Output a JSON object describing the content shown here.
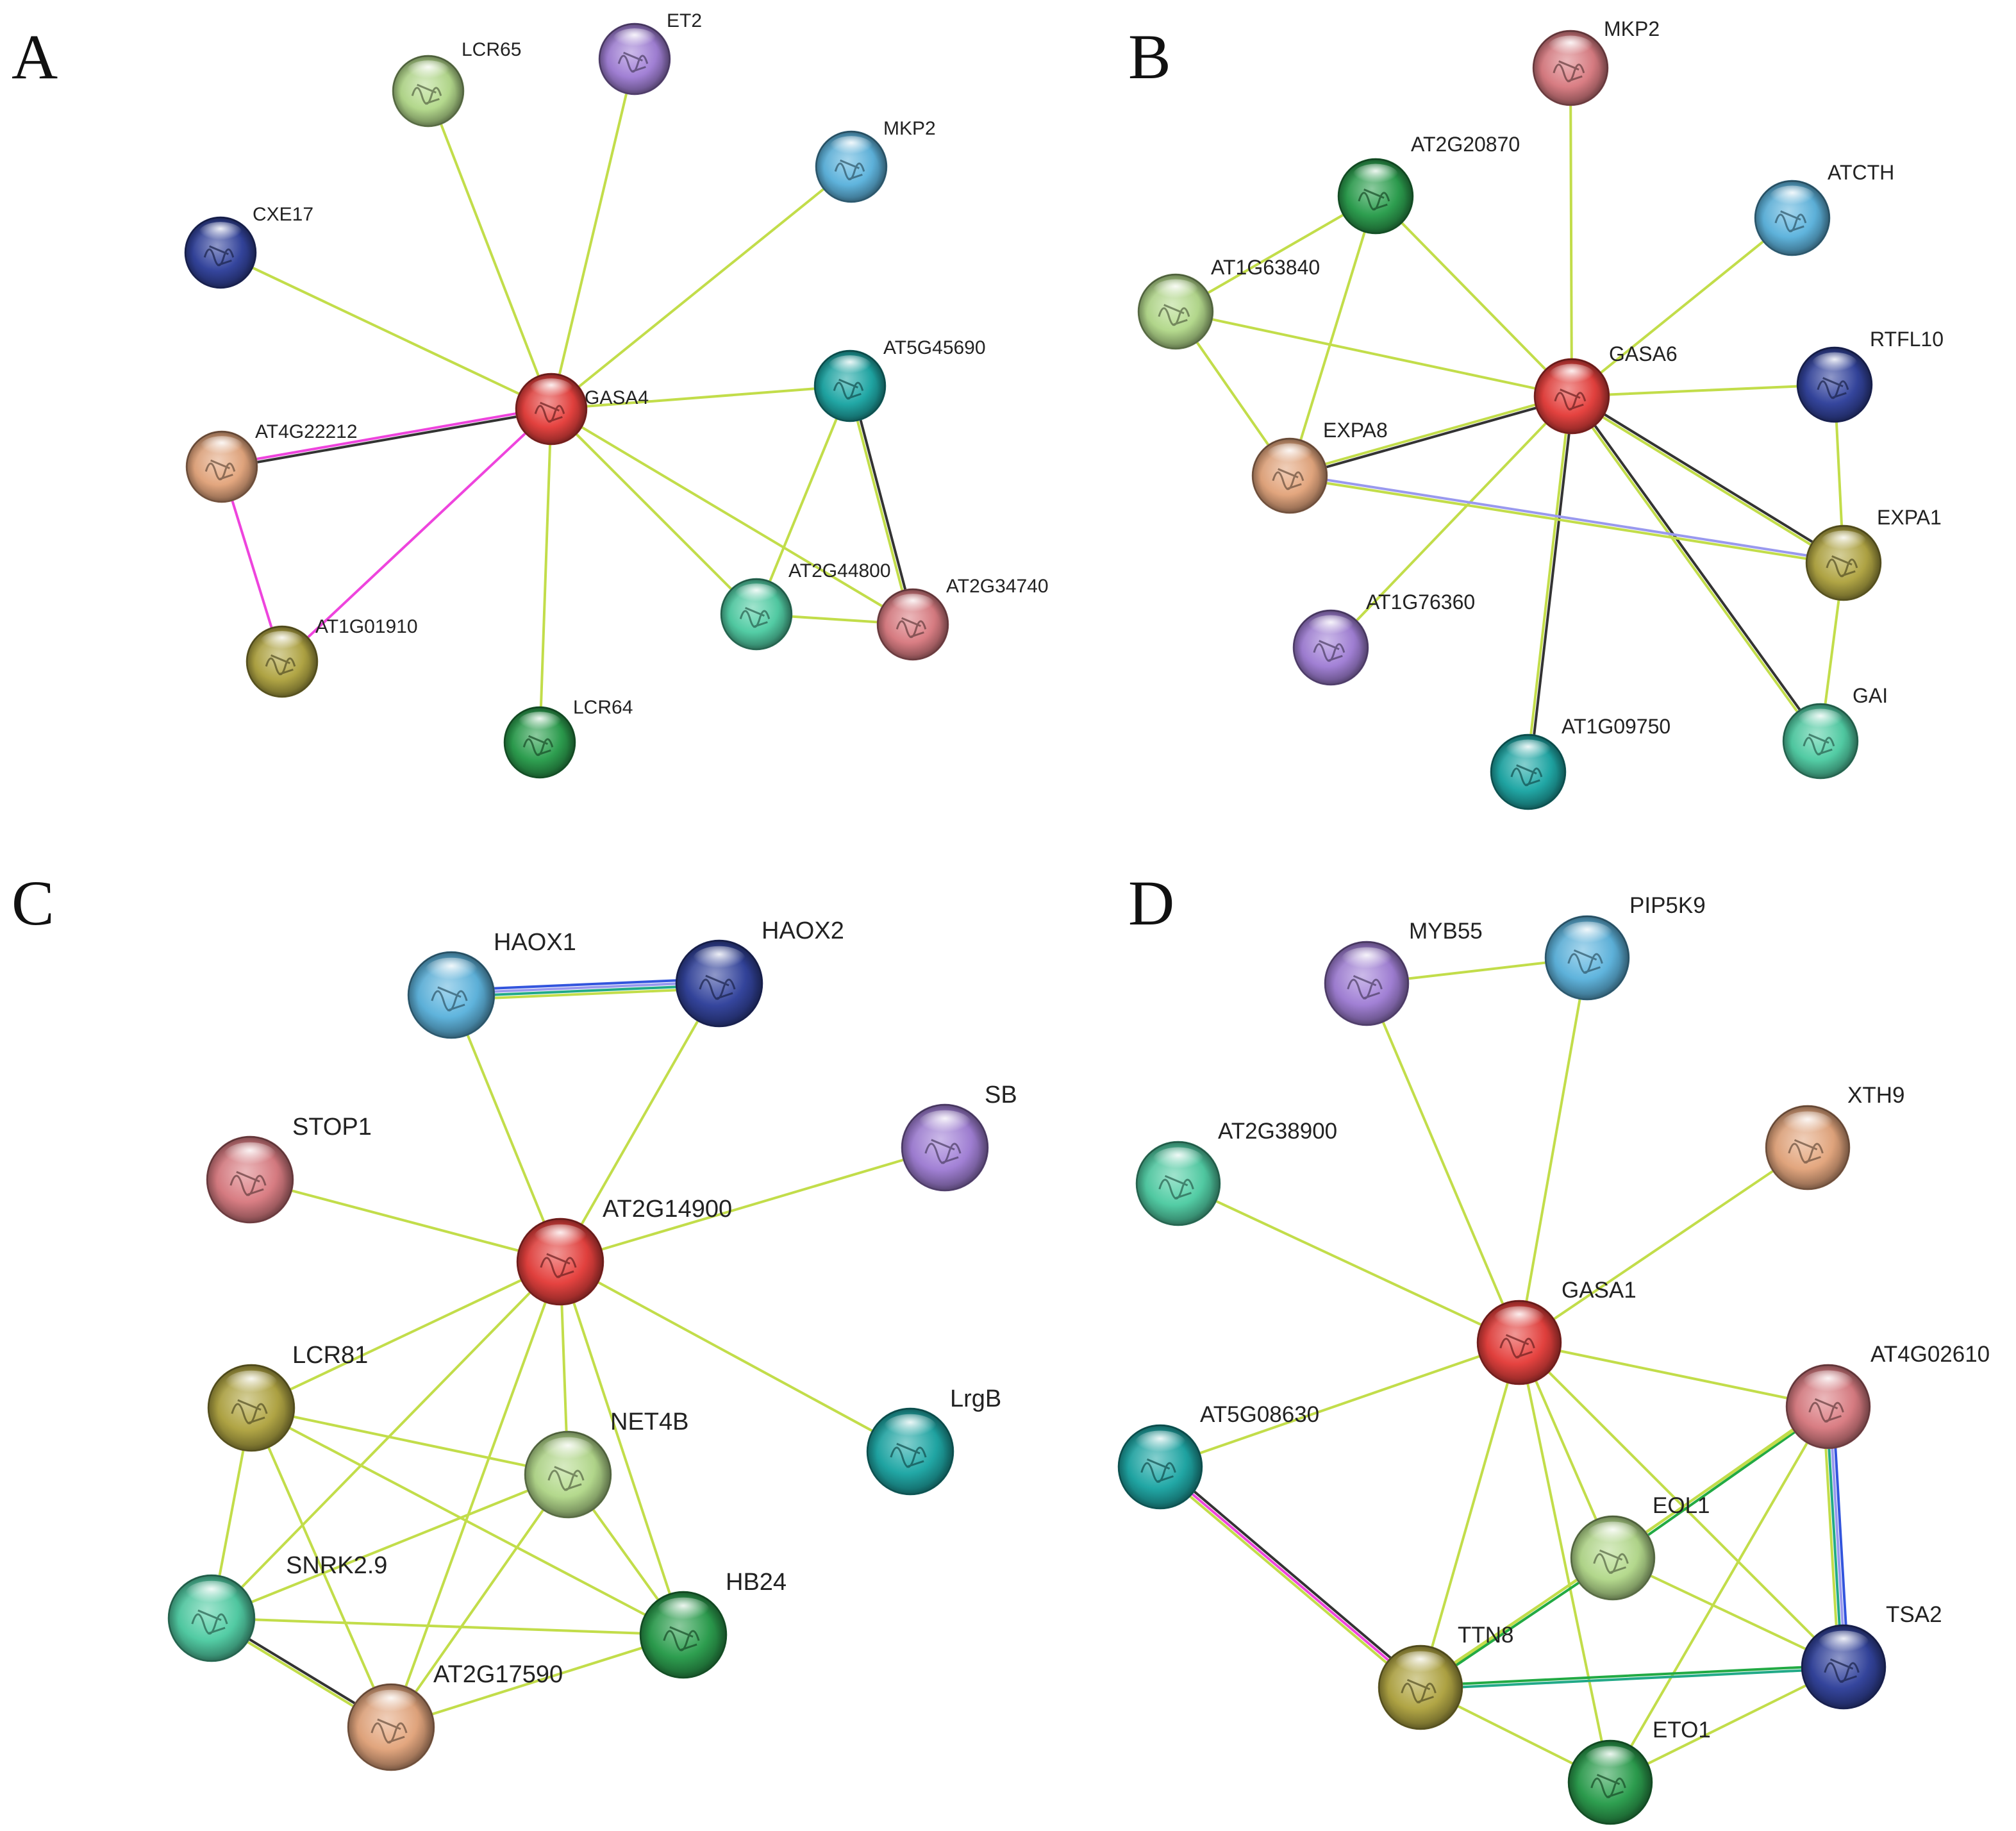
{
  "panels": [
    {
      "letter": "A",
      "nodes": [
        {
          "id": "GASA4",
          "label": "GASA4",
          "color": "#e8413e",
          "center": true
        },
        {
          "id": "LCR65",
          "label": "LCR65",
          "color": "#b6dc8e"
        },
        {
          "id": "ET2",
          "label": "ET2",
          "color": "#a381d8"
        },
        {
          "id": "MKP2",
          "label": "MKP2",
          "color": "#5fb6e0"
        },
        {
          "id": "CXE17",
          "label": "CXE17",
          "color": "#33449e"
        },
        {
          "id": "AT5G45690",
          "label": "AT5G45690",
          "color": "#1fa9a7"
        },
        {
          "id": "AT4G22212",
          "label": "AT4G22212",
          "color": "#e6a87f"
        },
        {
          "id": "AT2G44800",
          "label": "AT2G44800",
          "color": "#52cfa6"
        },
        {
          "id": "AT2G34740",
          "label": "AT2G34740",
          "color": "#dc7e84"
        },
        {
          "id": "AT1G01910",
          "label": "AT1G01910",
          "color": "#b3a744"
        },
        {
          "id": "LCR64",
          "label": "LCR64",
          "color": "#2ca04f"
        }
      ],
      "edges": [
        {
          "source": "GASA4",
          "target": "LCR65",
          "colors": [
            "#c2dd4a"
          ]
        },
        {
          "source": "GASA4",
          "target": "ET2",
          "colors": [
            "#c2dd4a"
          ]
        },
        {
          "source": "GASA4",
          "target": "MKP2",
          "colors": [
            "#c2dd4a"
          ]
        },
        {
          "source": "GASA4",
          "target": "CXE17",
          "colors": [
            "#c2dd4a"
          ]
        },
        {
          "source": "GASA4",
          "target": "AT5G45690",
          "colors": [
            "#c2dd4a"
          ]
        },
        {
          "source": "GASA4",
          "target": "AT4G22212",
          "colors": [
            "#333333",
            "#ee44dd"
          ]
        },
        {
          "source": "GASA4",
          "target": "AT1G01910",
          "colors": [
            "#ee44dd"
          ]
        },
        {
          "source": "GASA4",
          "target": "AT2G44800",
          "colors": [
            "#c2dd4a"
          ]
        },
        {
          "source": "GASA4",
          "target": "AT2G34740",
          "colors": [
            "#c2dd4a"
          ]
        },
        {
          "source": "GASA4",
          "target": "LCR64",
          "colors": [
            "#c2dd4a"
          ]
        },
        {
          "source": "AT4G22212",
          "target": "AT1G01910",
          "colors": [
            "#ee44dd"
          ]
        },
        {
          "source": "AT5G45690",
          "target": "AT2G44800",
          "colors": [
            "#c2dd4a"
          ]
        },
        {
          "source": "AT5G45690",
          "target": "AT2G34740",
          "colors": [
            "#333333",
            "#c2dd4a"
          ]
        },
        {
          "source": "AT2G44800",
          "target": "AT2G34740",
          "colors": [
            "#c2dd4a"
          ]
        }
      ]
    },
    {
      "letter": "B",
      "nodes": [
        {
          "id": "GASA6",
          "label": "GASA6",
          "color": "#e8413e",
          "center": true
        },
        {
          "id": "MKP2",
          "label": "MKP2",
          "color": "#dc7e84"
        },
        {
          "id": "AT2G20870",
          "label": "AT2G20870",
          "color": "#2ca04f"
        },
        {
          "id": "ATCTH",
          "label": "ATCTH",
          "color": "#5fb6e0"
        },
        {
          "id": "AT1G63840",
          "label": "AT1G63840",
          "color": "#b6dc8e"
        },
        {
          "id": "RTFL10",
          "label": "RTFL10",
          "color": "#33449e"
        },
        {
          "id": "EXPA8",
          "label": "EXPA8",
          "color": "#e6a87f"
        },
        {
          "id": "EXPA1",
          "label": "EXPA1",
          "color": "#b3a744"
        },
        {
          "id": "AT1G76360",
          "label": "AT1G76360",
          "color": "#a381d8"
        },
        {
          "id": "GAI",
          "label": "GAI",
          "color": "#52cfa6"
        },
        {
          "id": "AT1G09750",
          "label": "AT1G09750",
          "color": "#1fa9a7"
        }
      ],
      "edges": [
        {
          "source": "GASA6",
          "target": "MKP2",
          "colors": [
            "#c2dd4a"
          ]
        },
        {
          "source": "GASA6",
          "target": "AT2G20870",
          "colors": [
            "#c2dd4a"
          ]
        },
        {
          "source": "GASA6",
          "target": "ATCTH",
          "colors": [
            "#c2dd4a"
          ]
        },
        {
          "source": "GASA6",
          "target": "AT1G63840",
          "colors": [
            "#c2dd4a"
          ]
        },
        {
          "source": "GASA6",
          "target": "RTFL10",
          "colors": [
            "#c2dd4a"
          ]
        },
        {
          "source": "GASA6",
          "target": "EXPA8",
          "colors": [
            "#333333",
            "#c2dd4a"
          ]
        },
        {
          "source": "GASA6",
          "target": "EXPA1",
          "colors": [
            "#333333",
            "#c2dd4a"
          ]
        },
        {
          "source": "GASA6",
          "target": "AT1G76360",
          "colors": [
            "#c2dd4a"
          ]
        },
        {
          "source": "GASA6",
          "target": "GAI",
          "colors": [
            "#333333",
            "#c2dd4a"
          ]
        },
        {
          "source": "GASA6",
          "target": "AT1G09750",
          "colors": [
            "#333333",
            "#c2dd4a"
          ]
        },
        {
          "source": "AT2G20870",
          "target": "AT1G63840",
          "colors": [
            "#c2dd4a"
          ]
        },
        {
          "source": "AT2G20870",
          "target": "EXPA8",
          "colors": [
            "#c2dd4a"
          ]
        },
        {
          "source": "AT1G63840",
          "target": "EXPA8",
          "colors": [
            "#c2dd4a"
          ]
        },
        {
          "source": "EXPA8",
          "target": "EXPA1",
          "colors": [
            "#9999ee",
            "#c2dd4a"
          ]
        },
        {
          "source": "RTFL10",
          "target": "EXPA1",
          "colors": [
            "#c2dd4a"
          ]
        },
        {
          "source": "EXPA1",
          "target": "GAI",
          "colors": [
            "#c2dd4a"
          ]
        }
      ]
    },
    {
      "letter": "C",
      "nodes": [
        {
          "id": "AT2G14900",
          "label": "AT2G14900",
          "color": "#e8413e",
          "center": true
        },
        {
          "id": "HAOX1",
          "label": "HAOX1",
          "color": "#5fb6e0"
        },
        {
          "id": "HAOX2",
          "label": "HAOX2",
          "color": "#33449e"
        },
        {
          "id": "STOP1",
          "label": "STOP1",
          "color": "#dc7e84"
        },
        {
          "id": "SB",
          "label": "SB",
          "color": "#a381d8"
        },
        {
          "id": "LCR81",
          "label": "LCR81",
          "color": "#b3a744"
        },
        {
          "id": "NET4B",
          "label": "NET4B",
          "color": "#b6dc8e"
        },
        {
          "id": "LrgB",
          "label": "LrgB",
          "color": "#1fa9a7"
        },
        {
          "id": "SNRK2.9",
          "label": "SNRK2.9",
          "color": "#52cfa6"
        },
        {
          "id": "HB24",
          "label": "HB24",
          "color": "#2ca04f"
        },
        {
          "id": "AT2G17590",
          "label": "AT2G17590",
          "color": "#e6a87f"
        }
      ],
      "edges": [
        {
          "source": "AT2G14900",
          "target": "HAOX1",
          "colors": [
            "#c2dd4a"
          ]
        },
        {
          "source": "AT2G14900",
          "target": "HAOX2",
          "colors": [
            "#c2dd4a"
          ]
        },
        {
          "source": "AT2G14900",
          "target": "STOP1",
          "colors": [
            "#c2dd4a"
          ]
        },
        {
          "source": "AT2G14900",
          "target": "SB",
          "colors": [
            "#c2dd4a"
          ]
        },
        {
          "source": "AT2G14900",
          "target": "LCR81",
          "colors": [
            "#c2dd4a"
          ]
        },
        {
          "source": "AT2G14900",
          "target": "NET4B",
          "colors": [
            "#c2dd4a"
          ]
        },
        {
          "source": "AT2G14900",
          "target": "LrgB",
          "colors": [
            "#c2dd4a"
          ]
        },
        {
          "source": "AT2G14900",
          "target": "SNRK2.9",
          "colors": [
            "#c2dd4a"
          ]
        },
        {
          "source": "AT2G14900",
          "target": "HB24",
          "colors": [
            "#c2dd4a"
          ]
        },
        {
          "source": "AT2G14900",
          "target": "AT2G17590",
          "colors": [
            "#c2dd4a"
          ]
        },
        {
          "source": "HAOX1",
          "target": "HAOX2",
          "colors": [
            "#3355dd",
            "#9999ee",
            "#22aa88",
            "#c2dd4a"
          ]
        },
        {
          "source": "LCR81",
          "target": "NET4B",
          "colors": [
            "#c2dd4a"
          ]
        },
        {
          "source": "LCR81",
          "target": "SNRK2.9",
          "colors": [
            "#c2dd4a"
          ]
        },
        {
          "source": "LCR81",
          "target": "HB24",
          "colors": [
            "#c2dd4a"
          ]
        },
        {
          "source": "LCR81",
          "target": "AT2G17590",
          "colors": [
            "#c2dd4a"
          ]
        },
        {
          "source": "NET4B",
          "target": "SNRK2.9",
          "colors": [
            "#c2dd4a"
          ]
        },
        {
          "source": "NET4B",
          "target": "HB24",
          "colors": [
            "#c2dd4a"
          ]
        },
        {
          "source": "NET4B",
          "target": "AT2G17590",
          "colors": [
            "#c2dd4a"
          ]
        },
        {
          "source": "SNRK2.9",
          "target": "HB24",
          "colors": [
            "#c2dd4a"
          ]
        },
        {
          "source": "SNRK2.9",
          "target": "AT2G17590",
          "colors": [
            "#333333",
            "#c2dd4a"
          ]
        },
        {
          "source": "HB24",
          "target": "AT2G17590",
          "colors": [
            "#c2dd4a"
          ]
        }
      ]
    },
    {
      "letter": "D",
      "nodes": [
        {
          "id": "GASA1",
          "label": "GASA1",
          "color": "#e8413e",
          "center": true
        },
        {
          "id": "MYB55",
          "label": "MYB55",
          "color": "#a381d8"
        },
        {
          "id": "PIP5K9",
          "label": "PIP5K9",
          "color": "#5fb6e0"
        },
        {
          "id": "AT2G38900",
          "label": "AT2G38900",
          "color": "#52cfa6"
        },
        {
          "id": "XTH9",
          "label": "XTH9",
          "color": "#e6a87f"
        },
        {
          "id": "AT5G08630",
          "label": "AT5G08630",
          "color": "#1fa9a7"
        },
        {
          "id": "AT4G02610",
          "label": "AT4G02610",
          "color": "#dc7e84"
        },
        {
          "id": "EOL1",
          "label": "EOL1",
          "color": "#b6dc8e"
        },
        {
          "id": "TSA2",
          "label": "TSA2",
          "color": "#33449e"
        },
        {
          "id": "TTN8",
          "label": "TTN8",
          "color": "#b3a744"
        },
        {
          "id": "ETO1",
          "label": "ETO1",
          "color": "#2ca04f"
        }
      ],
      "edges": [
        {
          "source": "MYB55",
          "target": "PIP5K9",
          "colors": [
            "#c2dd4a"
          ]
        },
        {
          "source": "GASA1",
          "target": "MYB55",
          "colors": [
            "#c2dd4a"
          ]
        },
        {
          "source": "GASA1",
          "target": "PIP5K9",
          "colors": [
            "#c2dd4a"
          ]
        },
        {
          "source": "GASA1",
          "target": "AT2G38900",
          "colors": [
            "#c2dd4a"
          ]
        },
        {
          "source": "GASA1",
          "target": "XTH9",
          "colors": [
            "#c2dd4a"
          ]
        },
        {
          "source": "GASA1",
          "target": "AT5G08630",
          "colors": [
            "#c2dd4a"
          ]
        },
        {
          "source": "GASA1",
          "target": "AT4G02610",
          "colors": [
            "#c2dd4a"
          ]
        },
        {
          "source": "GASA1",
          "target": "EOL1",
          "colors": [
            "#c2dd4a"
          ]
        },
        {
          "source": "GASA1",
          "target": "TSA2",
          "colors": [
            "#c2dd4a"
          ]
        },
        {
          "source": "GASA1",
          "target": "TTN8",
          "colors": [
            "#c2dd4a"
          ]
        },
        {
          "source": "GASA1",
          "target": "ETO1",
          "colors": [
            "#c2dd4a"
          ]
        },
        {
          "source": "AT5G08630",
          "target": "TTN8",
          "colors": [
            "#333333",
            "#ee44dd",
            "#c2dd4a"
          ]
        },
        {
          "source": "AT4G02610",
          "target": "EOL1",
          "colors": [
            "#22aa44",
            "#c2dd4a"
          ]
        },
        {
          "source": "AT4G02610",
          "target": "TSA2",
          "colors": [
            "#3355dd",
            "#9999ee",
            "#22aa88",
            "#c2dd4a"
          ]
        },
        {
          "source": "AT4G02610",
          "target": "TTN8",
          "colors": [
            "#c2dd4a"
          ]
        },
        {
          "source": "AT4G02610",
          "target": "ETO1",
          "colors": [
            "#c2dd4a"
          ]
        },
        {
          "source": "EOL1",
          "target": "TTN8",
          "colors": [
            "#22aa44",
            "#c2dd4a"
          ]
        },
        {
          "source": "EOL1",
          "target": "TSA2",
          "colors": [
            "#c2dd4a"
          ]
        },
        {
          "source": "TTN8",
          "target": "TSA2",
          "colors": [
            "#22aa44",
            "#22aa88"
          ]
        },
        {
          "source": "TTN8",
          "target": "ETO1",
          "colors": [
            "#c2dd4a"
          ]
        },
        {
          "source": "TSA2",
          "target": "ETO1",
          "colors": [
            "#c2dd4a"
          ]
        }
      ]
    }
  ]
}
